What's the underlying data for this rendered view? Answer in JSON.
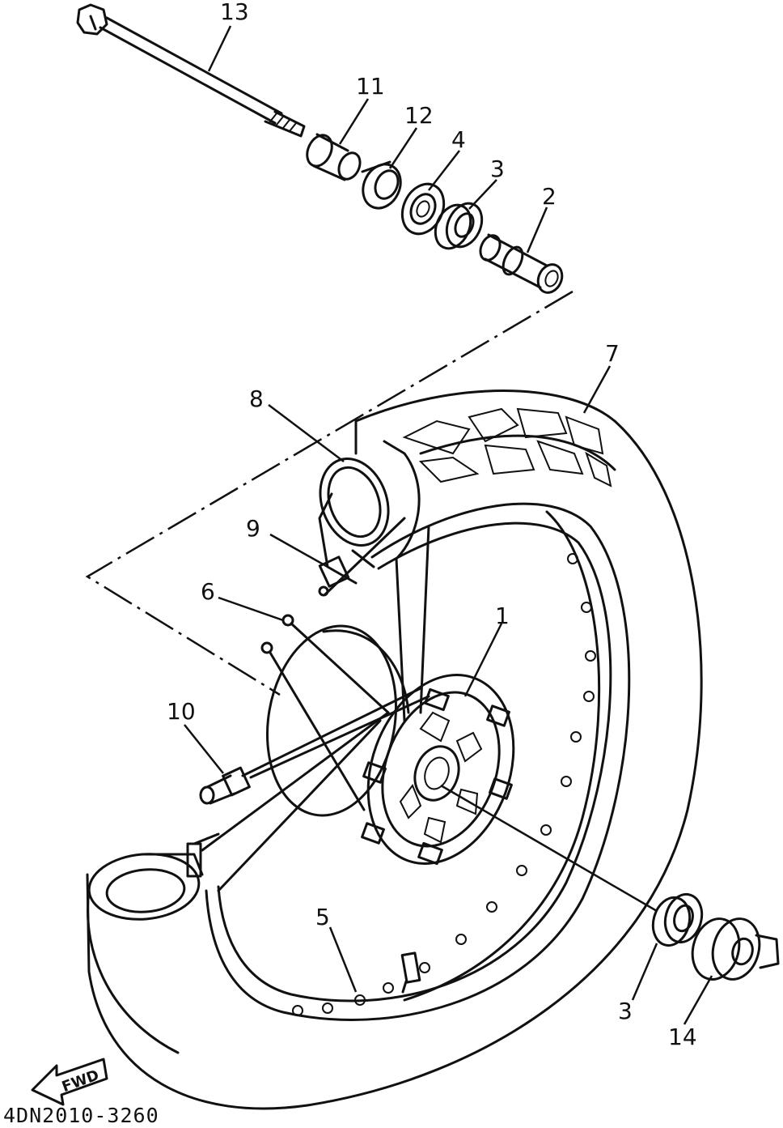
{
  "diagram": {
    "part_code": "4DN2010-3260",
    "direction_label": "FWD",
    "callouts": [
      {
        "id": "13",
        "label": "13"
      },
      {
        "id": "11",
        "label": "11"
      },
      {
        "id": "12",
        "label": "12"
      },
      {
        "id": "4",
        "label": "4"
      },
      {
        "id": "3a",
        "label": "3"
      },
      {
        "id": "2",
        "label": "2"
      },
      {
        "id": "7",
        "label": "7"
      },
      {
        "id": "8",
        "label": "8"
      },
      {
        "id": "9",
        "label": "9"
      },
      {
        "id": "6",
        "label": "6"
      },
      {
        "id": "1",
        "label": "1"
      },
      {
        "id": "10",
        "label": "10"
      },
      {
        "id": "5",
        "label": "5"
      },
      {
        "id": "3b",
        "label": "3"
      },
      {
        "id": "14",
        "label": "14"
      }
    ]
  }
}
